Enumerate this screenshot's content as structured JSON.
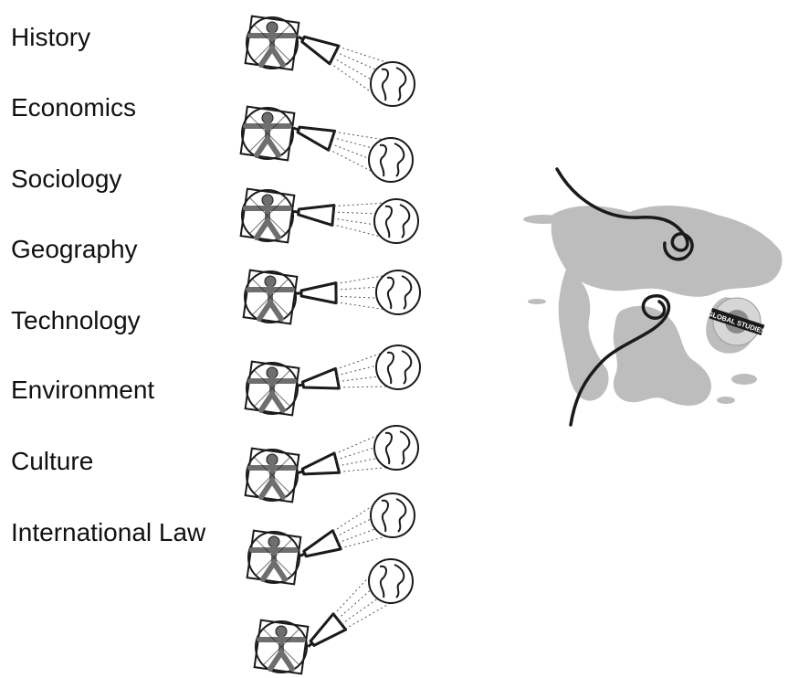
{
  "disciplines": [
    {
      "label": "History"
    },
    {
      "label": "Economics"
    },
    {
      "label": "Sociology"
    },
    {
      "label": "Geography"
    },
    {
      "label": "Technology"
    },
    {
      "label": "Environment"
    },
    {
      "label": "Culture"
    },
    {
      "label": "International Law"
    }
  ],
  "map_badge": {
    "text": "GLOBAL STUDIES"
  },
  "colors": {
    "text": "#111111",
    "land": "#bdbdbd",
    "line": "#1a1a1a",
    "figure": "#6e6e6e"
  },
  "icons": [
    "vitruvian-man-icon",
    "telescope-icon",
    "globe-icon",
    "world-map-icon",
    "global-studies-badge-icon"
  ]
}
